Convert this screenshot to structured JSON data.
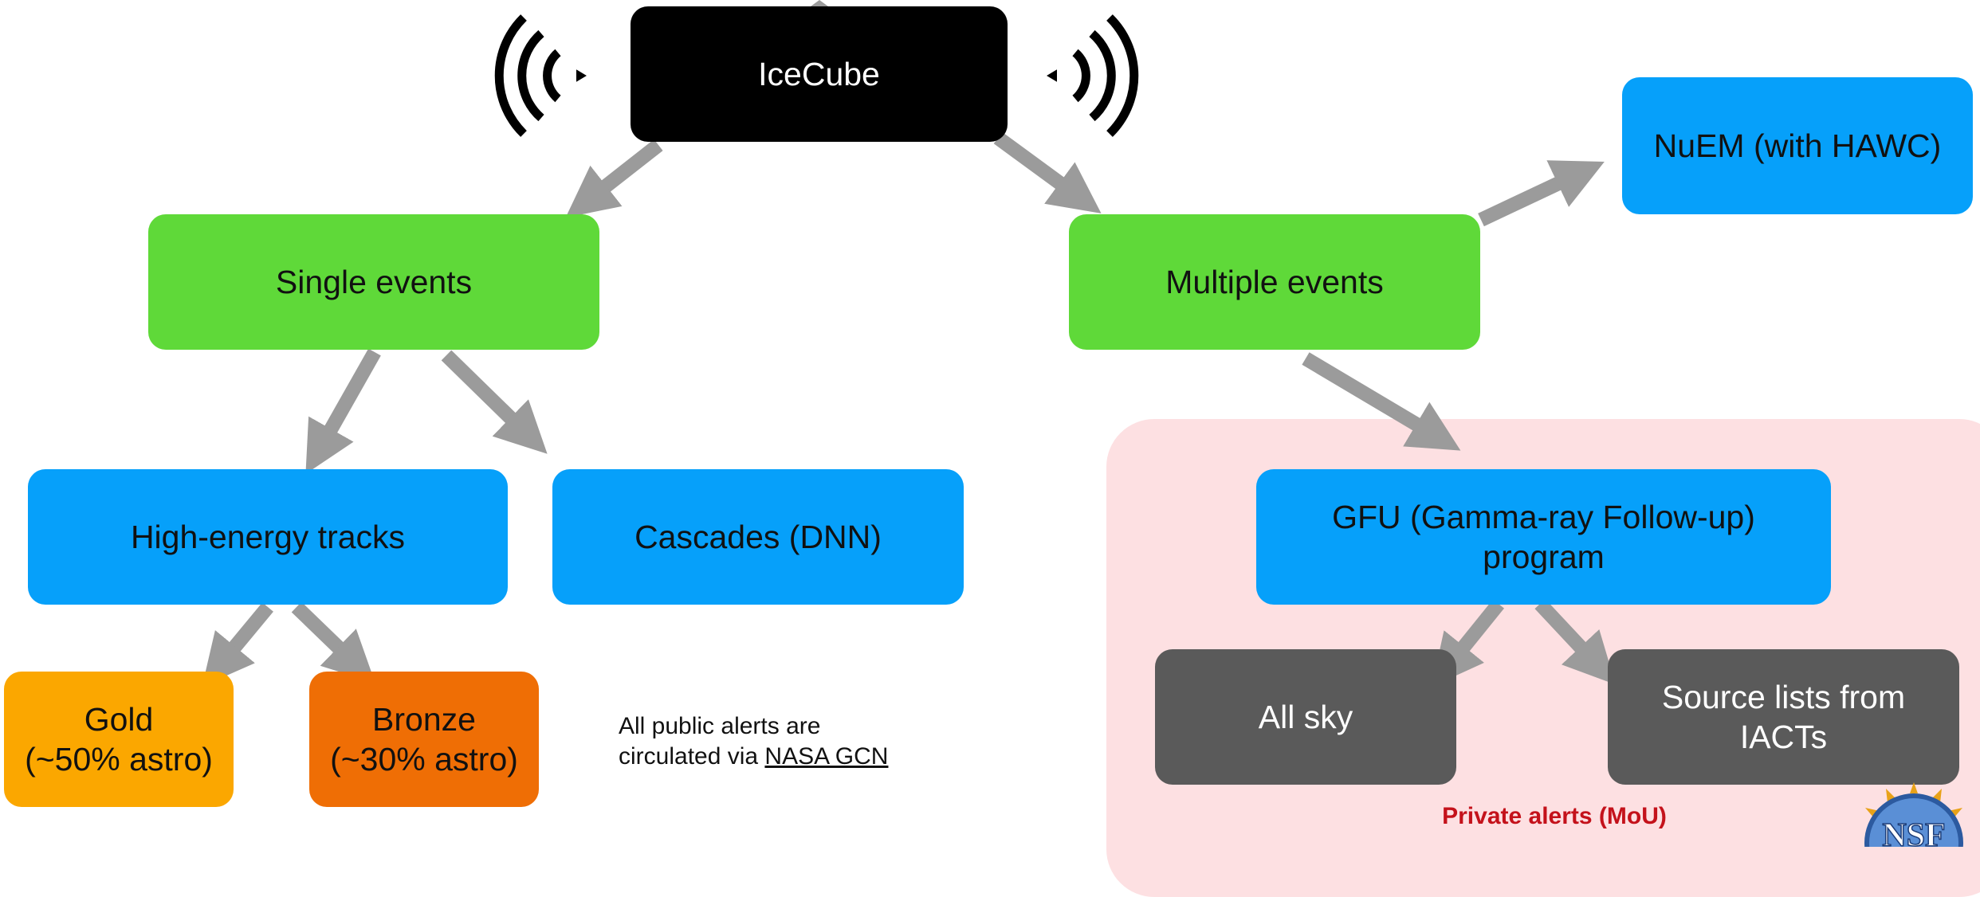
{
  "nodes": {
    "icecube": "IceCube",
    "single_events": "Single events",
    "multiple_events": "Multiple events",
    "nuem": "NuEM (with HAWC)",
    "high_energy_tracks": "High-energy tracks",
    "cascades": "Cascades (DNN)",
    "gfu": "GFU (Gamma-ray Follow-up)\nprogram",
    "gold": "Gold\n(~50% astro)",
    "bronze": "Bronze\n(~30% astro)",
    "all_sky": "All sky",
    "source_lists": "Source lists from\nIACTs"
  },
  "note": {
    "line1": "All public alerts are",
    "line2_prefix": "circulated via ",
    "link": "NASA GCN"
  },
  "private_label": "Private alerts (MoU)",
  "logo_text": "NSF",
  "colors": {
    "black_box": "#000000",
    "green_box": "#5fd939",
    "blue_box": "#06a0fa",
    "gold_box": "#fba700",
    "bronze_box": "#ef6e05",
    "gray_box": "#5a5a5a",
    "arrow": "#9b9b9b",
    "private_region": "#fde0e2",
    "private_label": "#c4121b"
  },
  "icons": [
    "broadcast-left-icon",
    "broadcast-right-icon",
    "nsf-logo"
  ]
}
